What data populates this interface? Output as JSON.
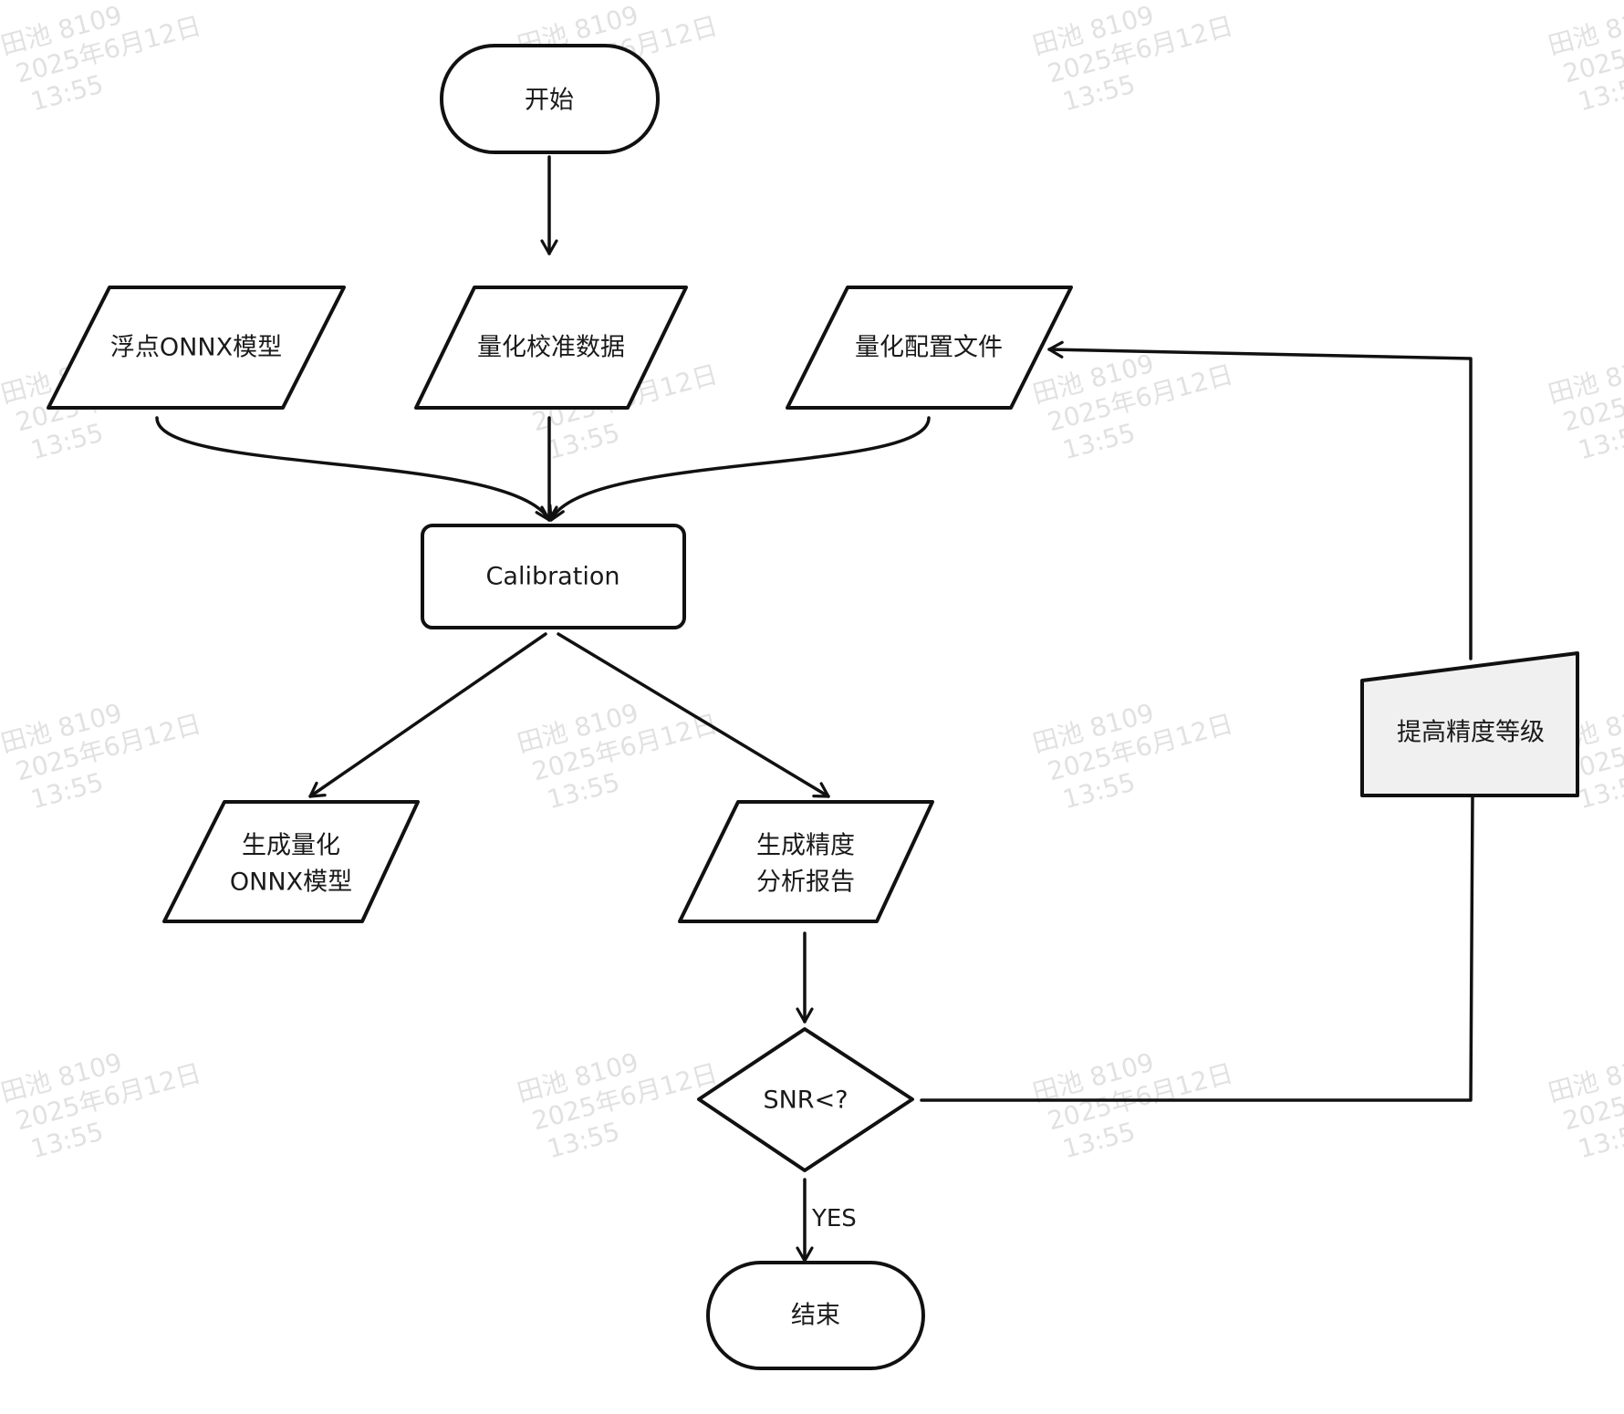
{
  "colors": {
    "stroke": "#111111",
    "fill": "#ffffff",
    "highlight_fill": "#f0f0f0",
    "watermark": "#d8d8d8"
  },
  "watermark": {
    "line1": "田池 8109",
    "line2": "2025年6月12日",
    "line3": "13:55"
  },
  "nodes": {
    "start": {
      "shape": "terminal",
      "label": "开始"
    },
    "float_model": {
      "shape": "data",
      "label": "浮点ONNX模型"
    },
    "calib_data": {
      "shape": "data",
      "label": "量化校准数据"
    },
    "quant_config": {
      "shape": "data",
      "label": "量化配置文件"
    },
    "calibration": {
      "shape": "process",
      "label": "Calibration"
    },
    "quant_model": {
      "shape": "data",
      "label_line1": "生成量化",
      "label_line2": "ONNX模型"
    },
    "accuracy_report": {
      "shape": "data",
      "label_line1": "生成精度",
      "label_line2": "分析报告"
    },
    "snr_check": {
      "shape": "decision",
      "label": "SNR<?"
    },
    "raise_precision": {
      "shape": "manual-input",
      "label": "提高精度等级"
    },
    "end": {
      "shape": "terminal",
      "label": "结束"
    }
  },
  "edges": [
    {
      "from": "start",
      "to": "calib_data",
      "label": ""
    },
    {
      "from": "float_model",
      "to": "calibration",
      "label": ""
    },
    {
      "from": "calib_data",
      "to": "calibration",
      "label": ""
    },
    {
      "from": "quant_config",
      "to": "calibration",
      "label": ""
    },
    {
      "from": "calibration",
      "to": "quant_model",
      "label": ""
    },
    {
      "from": "calibration",
      "to": "accuracy_report",
      "label": ""
    },
    {
      "from": "accuracy_report",
      "to": "snr_check",
      "label": ""
    },
    {
      "from": "snr_check",
      "to": "end",
      "label": "YES"
    },
    {
      "from": "snr_check",
      "to": "raise_precision",
      "label": ""
    },
    {
      "from": "raise_precision",
      "to": "quant_config",
      "label": ""
    }
  ]
}
